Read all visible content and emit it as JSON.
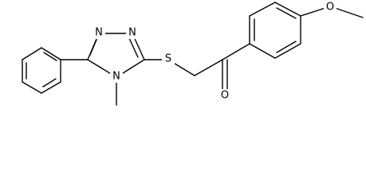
{
  "structure": {
    "atoms": {
      "n1": "N",
      "n2": "N",
      "n3": "N",
      "s": "S",
      "o_carbonyl": "O",
      "o_ether": "O"
    }
  }
}
